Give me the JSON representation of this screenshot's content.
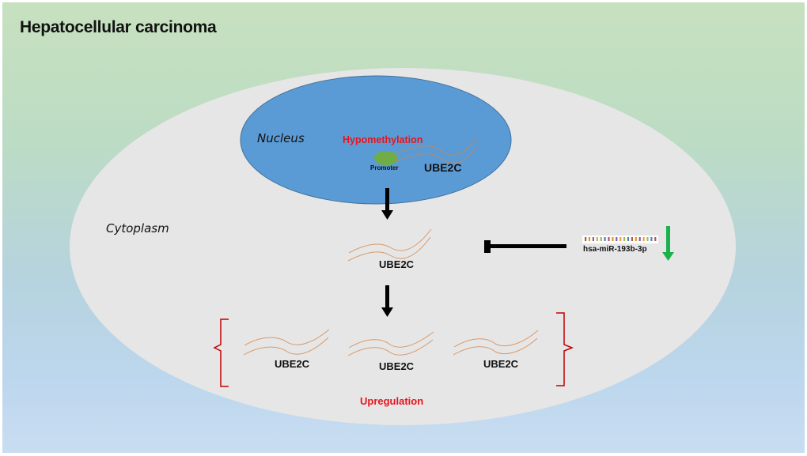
{
  "title": "Hepatocellular carcinoma",
  "compartments": {
    "nucleus_label": "Nucleus",
    "cytoplasm_label": "Cytoplasm"
  },
  "nucleus": {
    "modification_label": "Hypomethylation",
    "promoter_label": "Promoter",
    "gene_label": "UBE2C"
  },
  "cytoplasm_transcript": {
    "gene_label": "UBE2C"
  },
  "inhibitor": {
    "mirna_label": "hsa-miR-193b-3p",
    "direction": "down"
  },
  "upregulated_copies": [
    {
      "gene_label": "UBE2C"
    },
    {
      "gene_label": "UBE2C"
    },
    {
      "gene_label": "UBE2C"
    }
  ],
  "result_label": "Upregulation",
  "colors": {
    "cell": "#e7e6e6",
    "nucleus": "#5b9bd5",
    "promoter": "#70ad47",
    "mrna": "#d59a6c",
    "highlight_text": "#e8141c",
    "bracket": "#c00000",
    "down_arrow": "#19b24b"
  }
}
